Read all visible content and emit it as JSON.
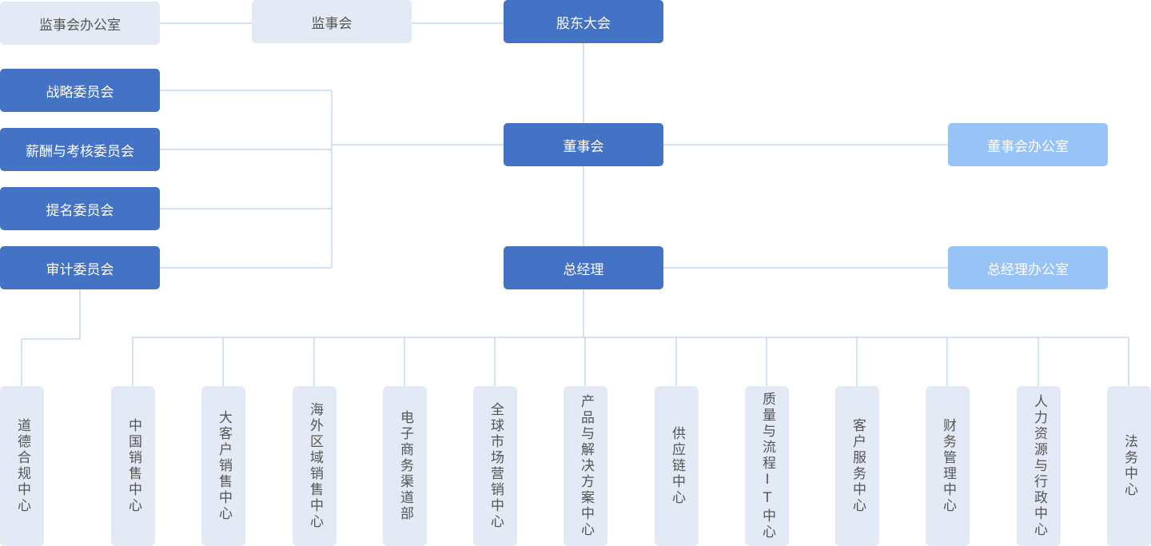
{
  "top": {
    "supervisory_office": "监事会办公室",
    "supervisory_board": "监事会",
    "shareholders_meeting": "股东大会"
  },
  "committees": [
    "战略委员会",
    "薪酬与考核委员会",
    "提名委员会",
    "审计委员会"
  ],
  "board": {
    "label": "董事会",
    "office": "董事会办公室"
  },
  "general_manager": {
    "label": "总经理",
    "office": "总经理办公室"
  },
  "centers": [
    "道德合规中心",
    "中国销售中心",
    "大客户销售中心",
    "海外区域销售中心",
    "电子商务渠道部",
    "全球市场营销中心",
    "产品与解决方案中心",
    "供应链中心",
    "质量与流程IT中心",
    "客户服务中心",
    "财务管理中心",
    "人力资源与行政中心",
    "法务中心"
  ],
  "colors": {
    "primary_box": "#4472c4",
    "pale_box": "#e4eaf5",
    "office_box": "#98c3f7",
    "connector": "#a9c6ea"
  }
}
